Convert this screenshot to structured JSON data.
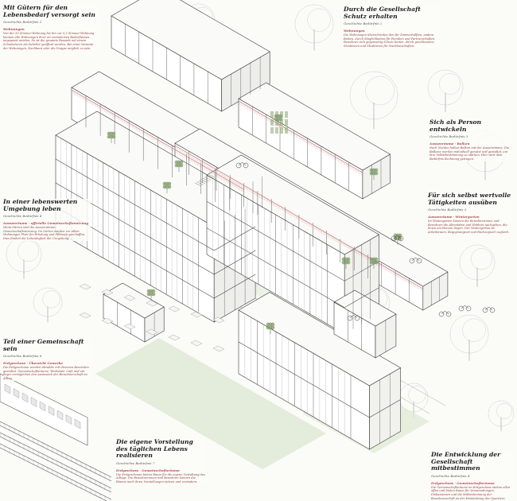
{
  "texts": {
    "lebensbedarf": {
      "title": "Mit Gütern für den Lebensbedarf versorgt sein",
      "subtitle": "Geschichte Bedürfnis 1",
      "heading": "Wohnungen",
      "body": "Von der 35 Zimmer-Wohnung bis hin zur 5,5 Zimmer-Wohnung können alle Wohnungen ihrer an veränderten Bedürfnissen angepasst werden. So ist die gesamte Fassade mit einem Schiebetoren als Zubehör geöffnet werden. Bei einer Variante der Wohnungen, Nachbarn oder als Gruppe möglich zu sein."
    },
    "schutz": {
      "title": "Durch die Gesellschaft Schutz erhalten",
      "subtitle": "Geschichte Bedürfnis 2",
      "heading": "Wohnungen",
      "body": "Die Wohnungen überschreiten den für Zimmerhälften, andere Betten, durch Möglichkeiten für Familien und Partnerschaften. Bewohner sich gegenseitig Schutz bieten, durch geschlossene Strukturen und Strukturen für Nachbarschaften."
    },
    "person": {
      "title": "Sich als Person entwickeln",
      "subtitle": "Geschichte Bedürfnis 3",
      "heading": "Aussenräume · Balkon",
      "body": "Nach Norden halbes Balkon mit der Aussenräume. Die Balkone werden individuell genutzt und gestaltet, um ihre Selbstbestimmung zu stärken. Hier wird dem Bedürfnis Rechnung getragen."
    },
    "umgebung": {
      "title": "In einer lebenswerten Umgebung leben",
      "subtitle": "Geschichte Bedürfnis 4",
      "heading": "Aussenräume · offizielle Gemeinschaftsnutzung",
      "body": "Wenn Gärten sind die Aussenräume: Gemeinschaftsnutzung. Im Garten werden vor allem Wohnungen Platz für Erholung und Pflanzen geschaffen. Dies fördert die Lebendigkeit der Umgebung."
    },
    "taetigkeiten": {
      "title": "Für sich selbst wertvolle Tätigkeiten ausüben",
      "subtitle": "Geschichte Bedürfnis 5",
      "heading": "Aussenräume · Wintergarten",
      "body": "Im Wintergarten können die Bewohnerinnen und Bewohner die Aktivitäten und Hobbies nachgehen, die ihnen am Herzen liegen. Der Wintergarten ist Arbeitsraum, Begegnungsort und Rückzugsort zugleich."
    },
    "gemeinschaft": {
      "title": "Teil einer Gemeinschaft sein",
      "subtitle": "Geschichte Bedürfnis 6",
      "heading": "Erdgeschoss · Übersicht Gewerbe",
      "body": "Die Erdgeschosse werden attraktiv mit diversen Bereichen gestaltet. Gemeinschaftsräume, Werkstatt, Café und ein Foyer ermöglichen den Austausch der Bewohnerschaft im Alltag."
    },
    "vorstellung": {
      "title": "Die eigene Vorstellung des täglichen Lebens realisieren",
      "subtitle": "Geschichte Bedürfnis 7",
      "heading": "Erdgeschoss · Gemeinschaftsräume",
      "body": "Die Erdgeschosse bieten Raum für die eigene Gestaltung des Alltags. Die Bewohnerinnen und Bewohner können die Räume nach ihren Vorstellungen nutzen und verändern."
    },
    "mitbestimmen": {
      "title": "Die Entwicklung der Gesellschaft mitbestimmen",
      "subtitle": "Geschichte Bedürfnis 8",
      "heading": "Erdgeschoss · Gemeinschaftsräume",
      "body": "Die Gemeinschaftsräume im Erdgeschoss stehen allen offen und bieten Raum für Versammlungen, Diskussionen und die Mitbestimmung der Bewohnerschaft an der Entwicklung des Quartiers."
    }
  },
  "colors": {
    "line": "#3a3a3a",
    "accent": "#c77c7c",
    "plant": "#7f9d67",
    "green_ground": "#dfe8d3",
    "paper": "#fbfbf8"
  }
}
